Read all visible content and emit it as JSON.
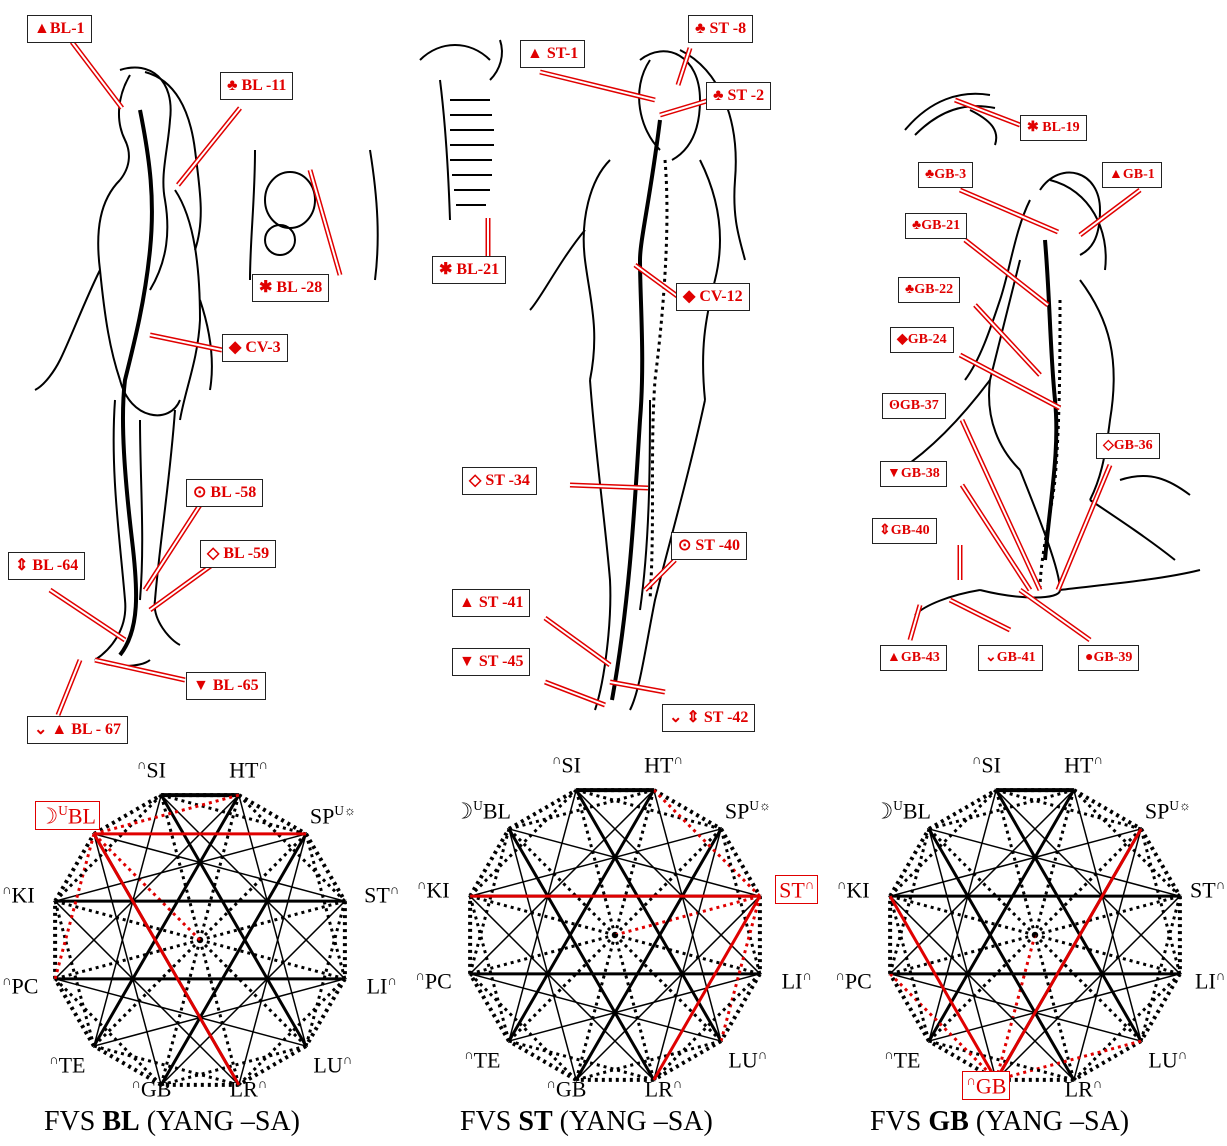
{
  "figures": [
    {
      "id": "bl",
      "labels": [
        {
          "sym": "▲",
          "text": "BL-1"
        },
        {
          "sym": "♣",
          "text": "BL -11"
        },
        {
          "sym": "✱",
          "text": "BL -28"
        },
        {
          "sym": "◆",
          "text": "CV-3"
        },
        {
          "sym": "⊙",
          "text": "BL -58"
        },
        {
          "sym": "◇",
          "text": "BL -59"
        },
        {
          "sym": "⇕",
          "text": "BL -64"
        },
        {
          "sym": "▼",
          "text": "BL -65"
        },
        {
          "sym": "⌄ ▲",
          "text": "BL - 67"
        }
      ],
      "caption_prefix": "FVS ",
      "caption_bold": "BL",
      "caption_suffix": " (YANG –SA)"
    },
    {
      "id": "st",
      "labels": [
        {
          "sym": "▲",
          "text": "ST-1"
        },
        {
          "sym": "♣",
          "text": "ST -8"
        },
        {
          "sym": "♣",
          "text": "ST -2"
        },
        {
          "sym": "✱",
          "text": "BL-21"
        },
        {
          "sym": "◆",
          "text": "CV-12"
        },
        {
          "sym": "◇",
          "text": "ST -34"
        },
        {
          "sym": "⊙",
          "text": "ST -40"
        },
        {
          "sym": "▲",
          "text": "ST -41"
        },
        {
          "sym": "▼",
          "text": "ST -45"
        },
        {
          "sym": "⌄ ⇕",
          "text": "ST -42"
        }
      ],
      "caption_prefix": "FVS ",
      "caption_bold": "ST",
      "caption_suffix": " (YANG –SA)"
    },
    {
      "id": "gb",
      "labels": [
        {
          "sym": "✱",
          "text": "BL-19"
        },
        {
          "sym": "♣",
          "text": "GB-3"
        },
        {
          "sym": "▲",
          "text": "GB-1"
        },
        {
          "sym": "♣",
          "text": "GB-21"
        },
        {
          "sym": "♣",
          "text": "GB-22"
        },
        {
          "sym": "◆",
          "text": "GB-24"
        },
        {
          "sym": "ʘ",
          "text": "GB-37"
        },
        {
          "sym": "◇",
          "text": "GB-36"
        },
        {
          "sym": "▼",
          "text": "GB-38"
        },
        {
          "sym": "⇕",
          "text": "GB-40"
        },
        {
          "sym": "▲",
          "text": "GB-43"
        },
        {
          "sym": "⌄",
          "text": "GB-41"
        },
        {
          "sym": "●",
          "text": "GB-39"
        }
      ],
      "caption_prefix": "FVS ",
      "caption_bold": "GB",
      "caption_suffix": " (YANG –SA)"
    }
  ],
  "wheel": {
    "nodes": [
      {
        "pre": "∩",
        "name": "SI",
        "post": ""
      },
      {
        "pre": "",
        "name": "HT",
        "post": "∩"
      },
      {
        "pre": "",
        "name": "SP",
        "post": "U☼"
      },
      {
        "pre": "",
        "name": "ST",
        "post": "∩"
      },
      {
        "pre": "",
        "name": "LI",
        "post": "∩"
      },
      {
        "pre": "",
        "name": "LU",
        "post": "∩"
      },
      {
        "pre": "",
        "name": "LR",
        "post": "∩"
      },
      {
        "pre": "∩",
        "name": "GB",
        "post": ""
      },
      {
        "pre": "∩",
        "name": "TE",
        "post": ""
      },
      {
        "pre": "∩",
        "name": "PC",
        "post": ""
      },
      {
        "pre": "∩",
        "name": "KI",
        "post": ""
      },
      {
        "pre": "☽U",
        "name": "BL",
        "post": ""
      }
    ],
    "highlighted": [
      "BL",
      "ST",
      "GB"
    ],
    "colors": {
      "black": "#000000",
      "red": "#e00000"
    }
  }
}
